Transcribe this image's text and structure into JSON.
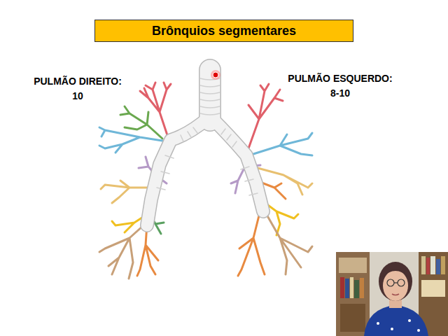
{
  "diagram": {
    "title": "Brônquios segmentares",
    "labels": [
      "PULMÃO DIREITO:",
      "10",
      "PULMÃO ESQUERDO:",
      "8-10"
    ]
  }
}
